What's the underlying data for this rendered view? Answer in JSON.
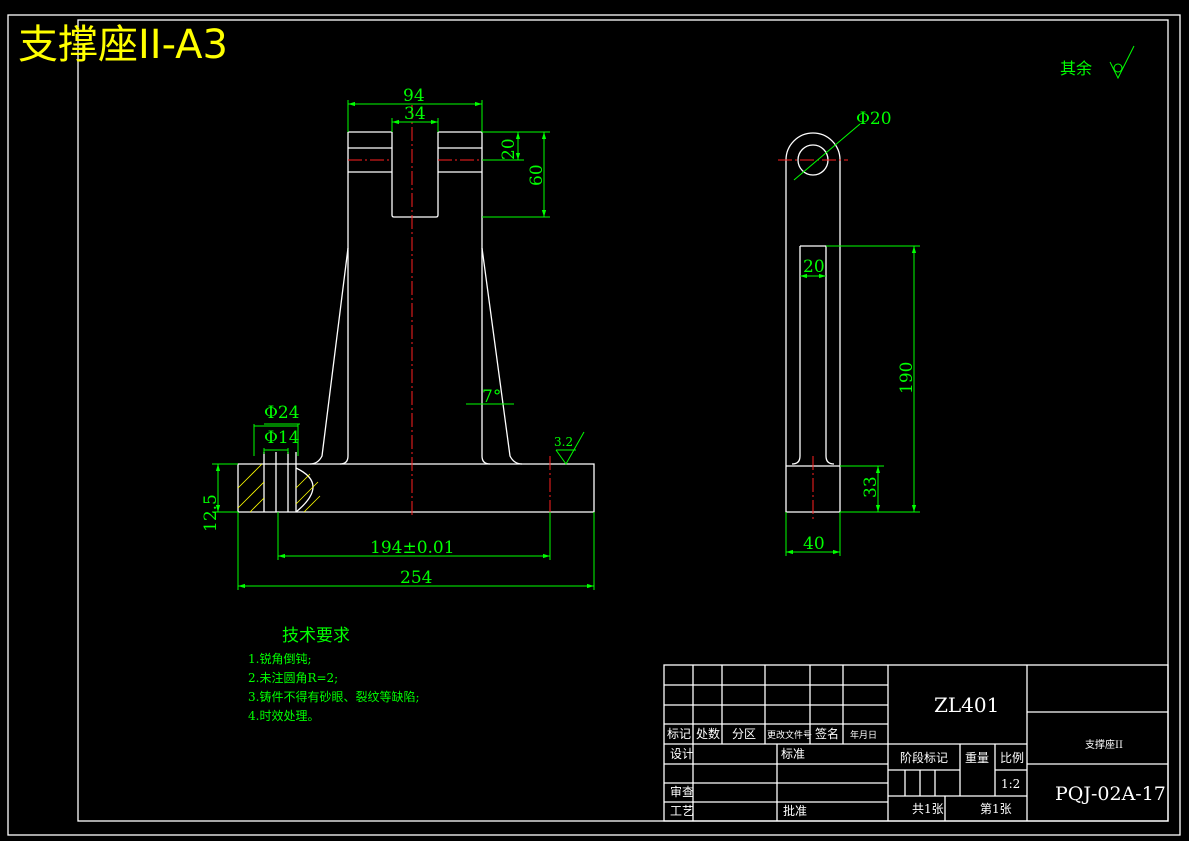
{
  "title": "支撑座II-A3",
  "roughness_note": {
    "label": "其余"
  },
  "front_view": {
    "dims": {
      "d94": "94",
      "d34": "34",
      "d20": "20",
      "d60": "60",
      "d7deg": "7°",
      "d24": "Φ24",
      "d14": "Φ14",
      "d12_5": "12.5",
      "d194": "194±0.01",
      "d254": "254",
      "rough32": "3.2"
    }
  },
  "side_view": {
    "dims": {
      "d20dia": "Φ20",
      "d20": "20",
      "d190": "190",
      "d33": "33",
      "d40": "40"
    }
  },
  "tech_requirements": {
    "heading": "技术要求",
    "items": [
      "1.锐角倒钝;",
      "2.未注圆角R=2;",
      "3.铸件不得有砂眼、裂纹等缺陷;",
      "4.时效处理。"
    ]
  },
  "title_block": {
    "product_code": "ZL401",
    "part_name": "支撑座II",
    "drawing_no": "PQJ-02A-17",
    "scale": "1:2",
    "labels": {
      "mark": "标记",
      "count": "处数",
      "zone": "分区",
      "change_doc": "更改文件号",
      "sign": "签名",
      "date": "年月日",
      "design": "设计",
      "standard": "标准",
      "review": "审查",
      "process": "工艺",
      "approve": "批准",
      "stage": "阶段标记",
      "weight": "重量",
      "ratio": "比例",
      "total": "共1张",
      "sheet": "第1张"
    }
  }
}
